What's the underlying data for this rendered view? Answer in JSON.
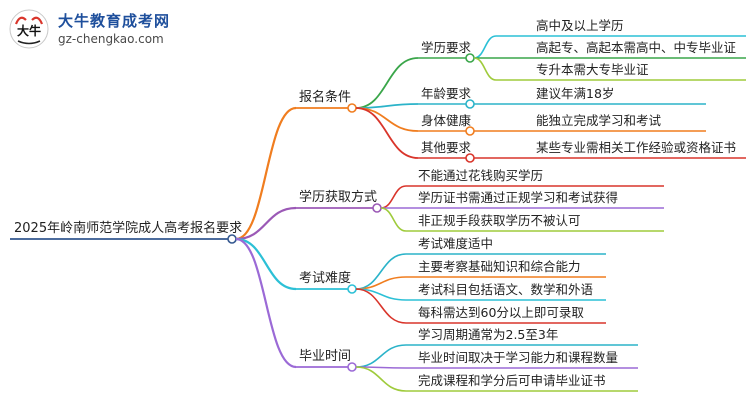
{
  "logo": {
    "icon": "bull-mascot-logo",
    "title": "大牛教育成考网",
    "url": "gz-chengkao.com",
    "mark_text": "大牛"
  },
  "root": "2025年岭南师范学院成人高考报名要求",
  "colors": {
    "orange": "#f07d1f",
    "purple": "#9b59b6",
    "cyan": "#2cc0d6",
    "violet": "#9b6ad6",
    "green": "#3aa64a",
    "lime": "#9fcb3c",
    "teal": "#2bb3c9",
    "red": "#d9352b",
    "root_line": "#33578f"
  },
  "branches": [
    {
      "label": "报名条件",
      "children": [
        {
          "label": "学历要求",
          "children": [
            "高中及以上学历",
            "高起专、高起本需高中、中专毕业证",
            "专升本需大专毕业证"
          ]
        },
        {
          "label": "年龄要求",
          "children": [
            "建议年满18岁"
          ]
        },
        {
          "label": "身体健康",
          "children": [
            "能独立完成学习和考试"
          ]
        },
        {
          "label": "其他要求",
          "children": [
            "某些专业需相关工作经验或资格证书"
          ]
        }
      ]
    },
    {
      "label": "学历获取方式",
      "children": [
        "不能通过花钱购买学历",
        "学历证书需通过正规学习和考试获得",
        "非正规手段获取学历不被认可"
      ]
    },
    {
      "label": "考试难度",
      "children": [
        "考试难度适中",
        "主要考察基础知识和综合能力",
        "考试科目包括语文、数学和外语",
        "每科需达到60分以上即可录取"
      ]
    },
    {
      "label": "毕业时间",
      "children": [
        "学习周期通常为2.5至3年",
        "毕业时间取决于学习能力和课程数量",
        "完成课程和学分后可申请毕业证书"
      ]
    }
  ]
}
